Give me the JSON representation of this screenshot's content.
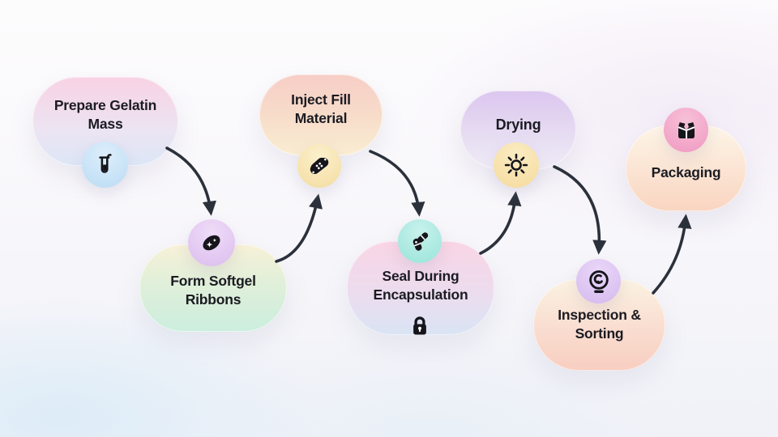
{
  "diagram": {
    "type": "process-flowchart",
    "arrow_color": "#2b313b",
    "text_color": "#1b1b22",
    "background_tints": [
      "#fdfcfd",
      "#e8f1f8",
      "#f2e9f5"
    ]
  },
  "steps": [
    {
      "label": "Prepare Gelatin Mass",
      "icon": "test-tube-icon",
      "icon_bg": "#c5e1f6",
      "bubble_top": "#f8d2e4",
      "bubble_bottom": "#dce6f6"
    },
    {
      "label": "Form Softgel Ribbons",
      "icon": "sparkle-pill-icon",
      "icon_bg": "#e1c6f1",
      "bubble_top": "#f8f1d8",
      "bubble_bottom": "#cceede"
    },
    {
      "label": "Inject Fill Material",
      "icon": "bandage-icon",
      "icon_bg": "#f6e2ad",
      "bubble_top": "#f7cdc6",
      "bubble_bottom": "#f9edd2"
    },
    {
      "label": "Seal During Encapsulation",
      "icon": "pills-icon",
      "extra_icon": "lock-icon",
      "icon_bg": "#a7e8df",
      "bubble_top": "#f9d5e5",
      "bubble_bottom": "#d9e4f4"
    },
    {
      "label": "Drying",
      "icon": "sun-icon",
      "icon_bg": "#f7e0a8",
      "bubble_top": "#dcc6ef",
      "bubble_bottom": "#efebf6"
    },
    {
      "label": "Inspection & Sorting",
      "icon": "inspection-lens-icon",
      "icon_bg": "#dbc2f1",
      "bubble_top": "#fbf2e2",
      "bubble_bottom": "#f8cec0"
    },
    {
      "label": "Packaging",
      "icon": "package-box-icon",
      "icon_bg": "#f2a5c8",
      "bubble_top": "#fdf5e7",
      "bubble_bottom": "#f9d5c1"
    }
  ],
  "arrows": [
    {
      "from": "Prepare Gelatin Mass",
      "to": "Form Softgel Ribbons"
    },
    {
      "from": "Form Softgel Ribbons",
      "to": "Inject Fill Material"
    },
    {
      "from": "Inject Fill Material",
      "to": "Seal During Encapsulation"
    },
    {
      "from": "Seal During Encapsulation",
      "to": "Drying"
    },
    {
      "from": "Drying",
      "to": "Inspection & Sorting"
    },
    {
      "from": "Inspection & Sorting",
      "to": "Packaging"
    }
  ]
}
